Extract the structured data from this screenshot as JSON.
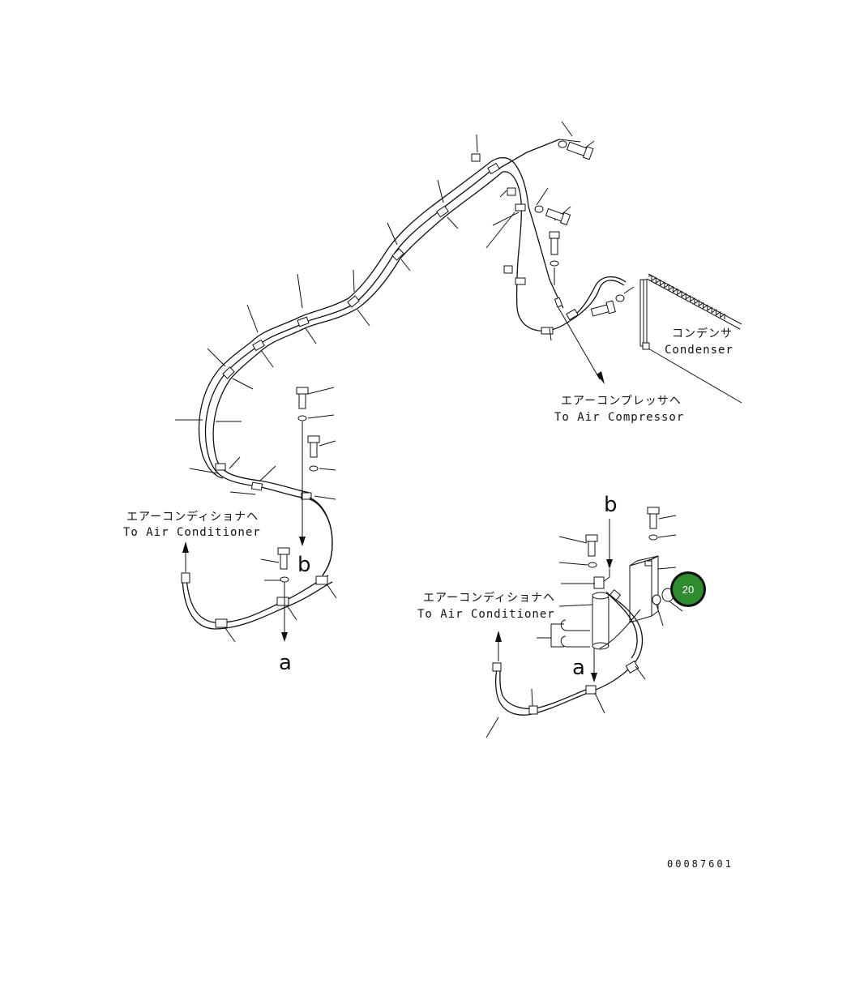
{
  "labels": {
    "condenser_jp": "コンデンサ",
    "condenser_en": "Condenser",
    "to_compressor_jp": "エアーコンプレッサヘ",
    "to_compressor_en": "To Air Compressor",
    "to_conditioner_left_jp": "エアーコンディショナヘ",
    "to_conditioner_left_en": "To Air Conditioner",
    "to_conditioner_right_jp": "エアーコンディショナヘ",
    "to_conditioner_right_en": "To Air Conditioner"
  },
  "markers": {
    "b_upper": "b",
    "a_upper": "a",
    "b_lower": "b",
    "a_lower": "a"
  },
  "callout": {
    "number": "20",
    "color": "#2e8b2e"
  },
  "doc_id": "00087601"
}
